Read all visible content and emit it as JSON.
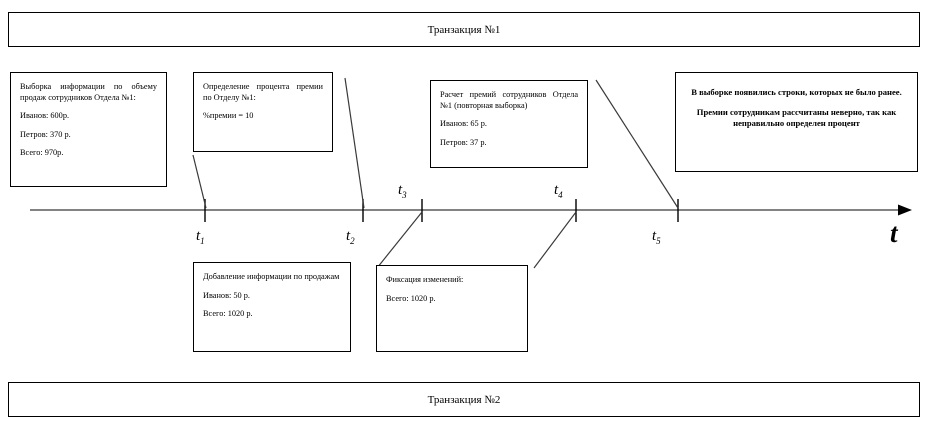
{
  "transactions": {
    "top_label": "Транзакция №1",
    "bottom_label": "Транзакция №2"
  },
  "axis": {
    "name": "t",
    "ticks": [
      {
        "id": "t1",
        "base": "t",
        "sub": "1"
      },
      {
        "id": "t2",
        "base": "t",
        "sub": "2"
      },
      {
        "id": "t3",
        "base": "t",
        "sub": "3"
      },
      {
        "id": "t4",
        "base": "t",
        "sub": "4"
      },
      {
        "id": "t5",
        "base": "t",
        "sub": "5"
      }
    ]
  },
  "notes": {
    "select_sales": {
      "heading": "Выборка информации по объему продаж сотрудников Отдела №1:",
      "line1": "Иванов: 600р.",
      "line2": "Петров: 370 р.",
      "line3": "Всего: 970р."
    },
    "bonus_percent": {
      "heading": "Определение процента премии по Отделу №1:",
      "line1": "%премии = 10"
    },
    "bonus_calc": {
      "heading": "Расчет премий сотрудников Отдела №1 (повторная выборка)",
      "line1": "Иванов: 65 р.",
      "line2": "Петров: 37 р."
    },
    "conflict": {
      "line1": "В выборке появились строки, которых не было ранее.",
      "line2": "Премии сотрудникам рассчитаны неверно, так как неправильно определен процент"
    },
    "add_sales": {
      "heading": "Добавление информации по продажам",
      "line1": "Иванов: 50 р.",
      "line2": "Всего: 1020 р."
    },
    "commit": {
      "heading": "Фиксация изменений:",
      "line1": "Всего: 1020 р."
    }
  },
  "colors": {
    "stroke": "#000000",
    "axis": "#595959",
    "background": "#ffffff"
  }
}
